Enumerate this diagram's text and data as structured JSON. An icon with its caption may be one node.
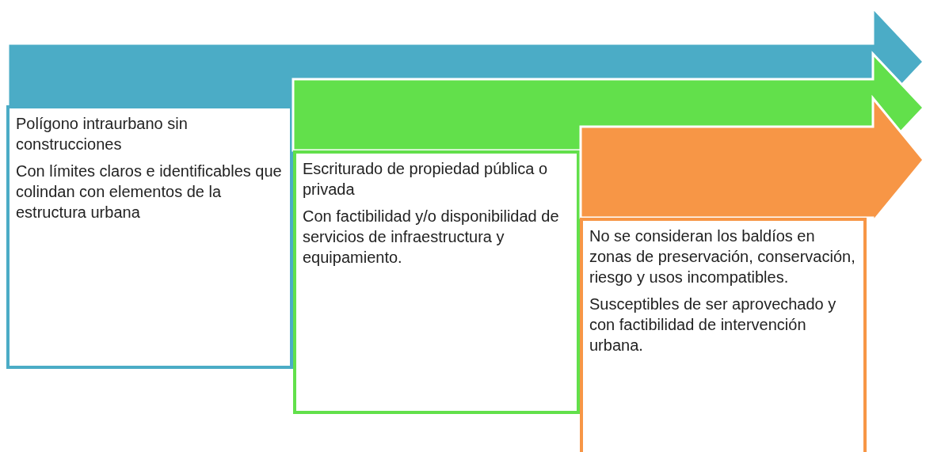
{
  "diagram": {
    "nodes": [
      {
        "text": [],
        "shape": "arrow"
      },
      {
        "text": [
          "Polígono intraurbano sin construcciones",
          "Con límites claros e identificables que colindan con elementos de la estructura urbana"
        ]
      },
      {
        "text": [],
        "shape": "arrow"
      },
      {
        "text": [
          "Escriturado de propiedad pública o privada",
          "Con factibilidad y/o disponibilidad de servicios de infraestructura y equipamiento."
        ]
      },
      {
        "text": [],
        "shape": "arrow"
      },
      {
        "text": [
          "No se consideran los baldíos en zonas de preservación, conservación, riesgo y usos incompatibles.",
          "Susceptibles de ser aprovechado y con factibilidad de intervención urbana."
        ]
      }
    ]
  }
}
